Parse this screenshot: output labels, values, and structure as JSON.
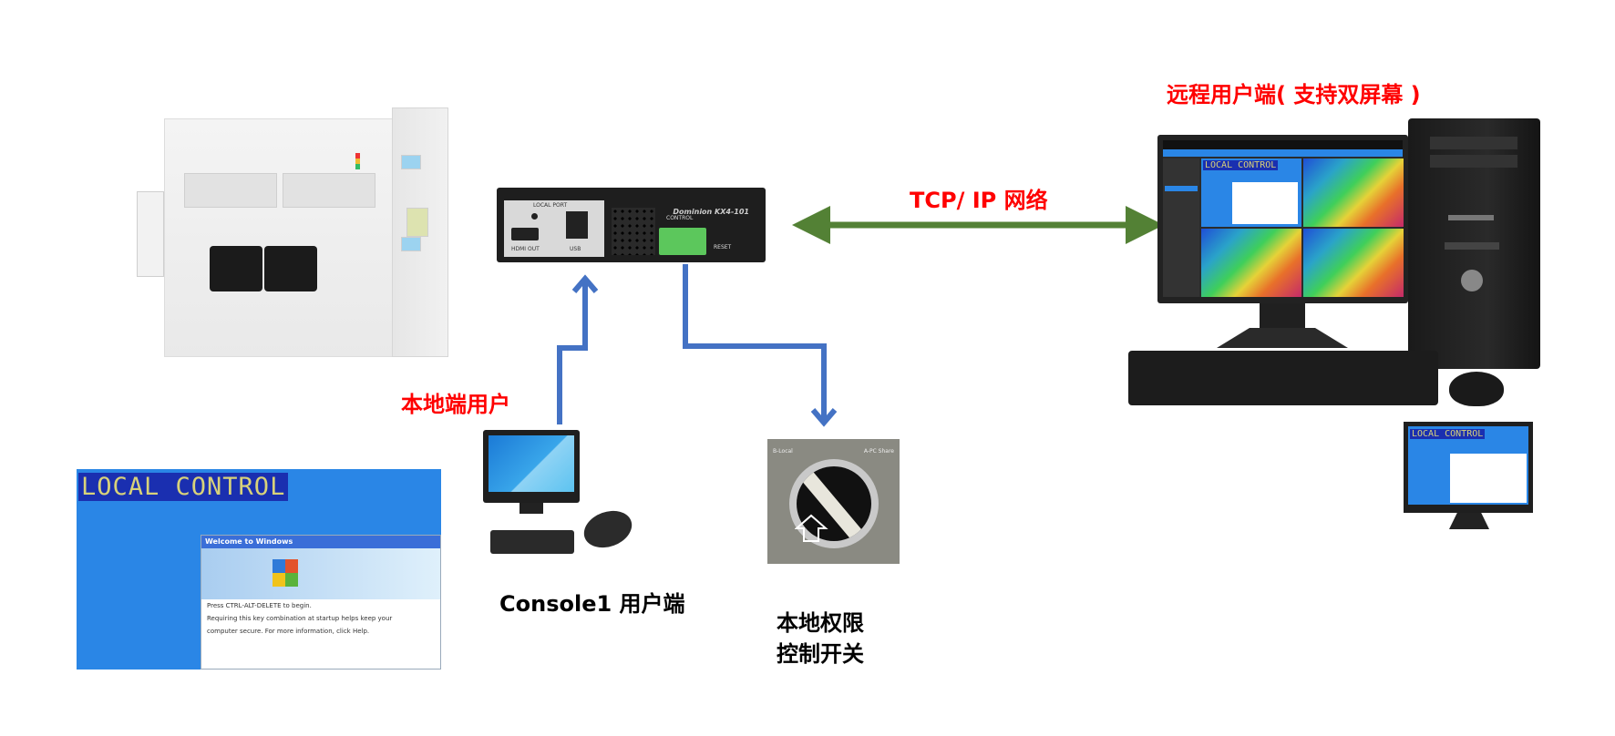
{
  "labels": {
    "remote_client": "远程用户端( 支持双屏幕 )",
    "tcp_ip": "TCP/ IP 网络",
    "local_user": "本地端用户",
    "console1": "Console1 用户端",
    "switch_line1": "本地权限",
    "switch_line2": "控制开关"
  },
  "kvm_device": {
    "local_port": "LOCAL PORT",
    "hdmi_out": "HDMI OUT",
    "usb": "USB",
    "control": "CONTROL",
    "reset": "RESET",
    "brand": "Dominion  KX4-101"
  },
  "switch": {
    "left_label": "B-Local",
    "right_label": "A-PC Share"
  },
  "local_screen": {
    "banner": "LOCAL CONTROL",
    "dialog_title": "Welcome to Windows",
    "dialog_line1": "Press CTRL-ALT-DELETE to begin.",
    "dialog_line2": "Requiring this key combination at startup helps keep your",
    "dialog_line3": "computer secure. For more information, click Help."
  },
  "remote_screen": {
    "banner": "LOCAL CONTROL"
  },
  "colors": {
    "red_label": "#ff0000",
    "green_arrow": "#538135",
    "blue_arrow": "#4472c4"
  }
}
